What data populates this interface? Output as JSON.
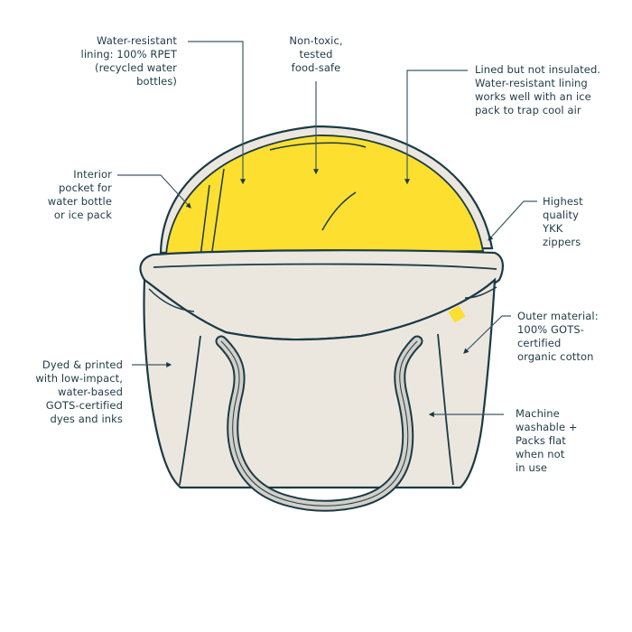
{
  "diagram": {
    "subject": "Lunch tote bag feature callouts",
    "colors": {
      "outline": "#1b3a45",
      "leader_line": "#3d5a66",
      "lining_yellow": "#fcdf2f",
      "canvas_cream": "#ebe7df",
      "handle_gray": "#d3d0c9",
      "background": "#ffffff"
    },
    "callouts": [
      {
        "id": "lining",
        "text": "Water-resistant\nlining: 100% RPET\n(recycled water\nbottles)",
        "align": "right"
      },
      {
        "id": "food-safe",
        "text": "Non-toxic,\ntested\nfood-safe",
        "align": "center"
      },
      {
        "id": "not-insulated",
        "text": "Lined but not insulated.\nWater-resistant lining\nworks well with an ice\npack to trap cool air",
        "align": "left"
      },
      {
        "id": "interior-pocket",
        "text": "Interior\npocket for\nwater bottle\nor ice pack",
        "align": "right"
      },
      {
        "id": "zippers",
        "text": "Highest\nquality\nYKK\nzippers",
        "align": "left"
      },
      {
        "id": "outer-material",
        "text": "Outer material:\n100% GOTS-\ncertified\norganic cotton",
        "align": "left"
      },
      {
        "id": "dyes",
        "text": "Dyed & printed\nwith low-impact,\nwater-based\nGOTS-certified\ndyes and inks",
        "align": "right"
      },
      {
        "id": "washable",
        "text": "Machine\nwashable +\nPacks flat\nwhen not\nin use",
        "align": "left"
      }
    ]
  }
}
